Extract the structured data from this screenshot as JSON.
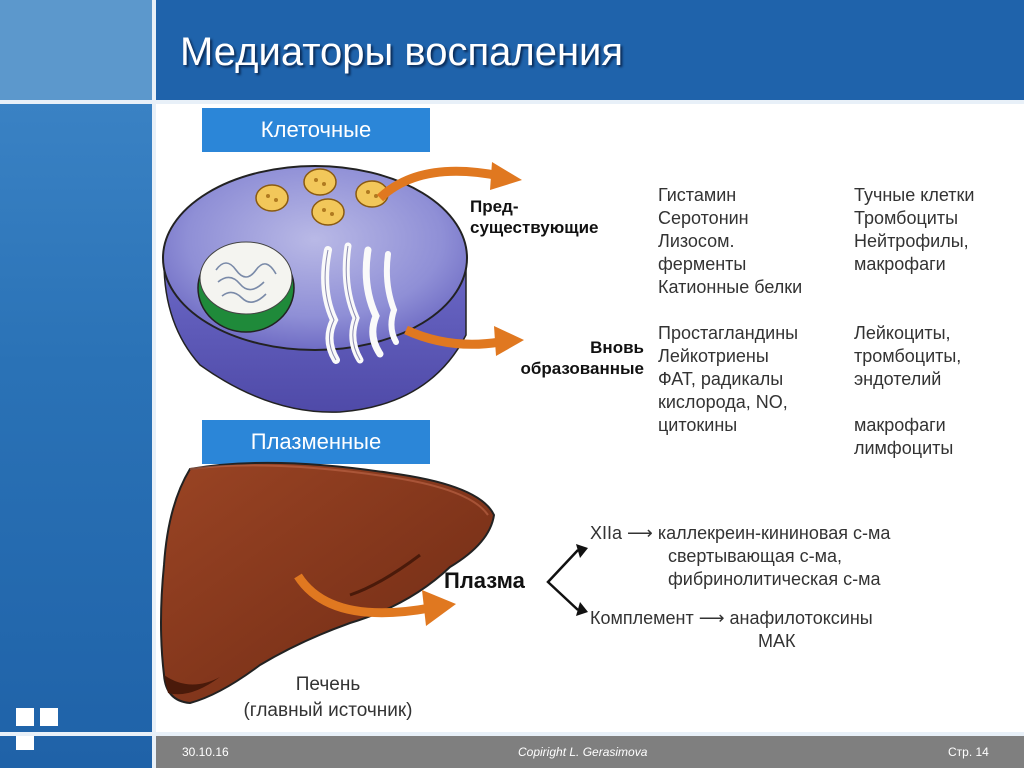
{
  "title": "Медиаторы воспаления",
  "cellular": {
    "label": "Клеточные",
    "preformed_label": "Пред-\nсуществующие",
    "preformed_mediators": "Гистамин\nСеротонин\nЛизосом.\nферменты\nКатионные белки",
    "preformed_sources": "Тучные клетки\nТромбоциты\nНейтрофилы,\nмакрофаги",
    "new_label": "Вновь\nобразованные",
    "new_mediators": "Простагландины\nЛейкотриены\nФАТ, радикалы\nкислорода, NO,\nцитокины",
    "new_sources": "Лейкоциты,\nтромбоциты,\nэндотелий\n\nмакрофаги\nлимфоциты"
  },
  "plasma": {
    "label": "Плазменные",
    "plasma_word": "Плазма",
    "xiia_line": "XIIa ⟶ каллекреин-кининовая с-ма",
    "xiia_sub": "свертывающая с-ма,\nфибринолитическая с-ма",
    "complement_line": "Комплемент ⟶ анафилотоксины",
    "complement_sub": "МАК",
    "liver_caption": "Печень\n(главный источник)"
  },
  "footer": {
    "date": "30.10.16",
    "copyright": "Copiright L. Gerasimova",
    "page": "Стр. 14"
  },
  "colors": {
    "header_blue": "#1f63ab",
    "label_blue": "#2b86d8",
    "arrow_orange": "#e07820",
    "liver_brown": "#8a3a1e",
    "cell_purple": "#6a67c8"
  }
}
